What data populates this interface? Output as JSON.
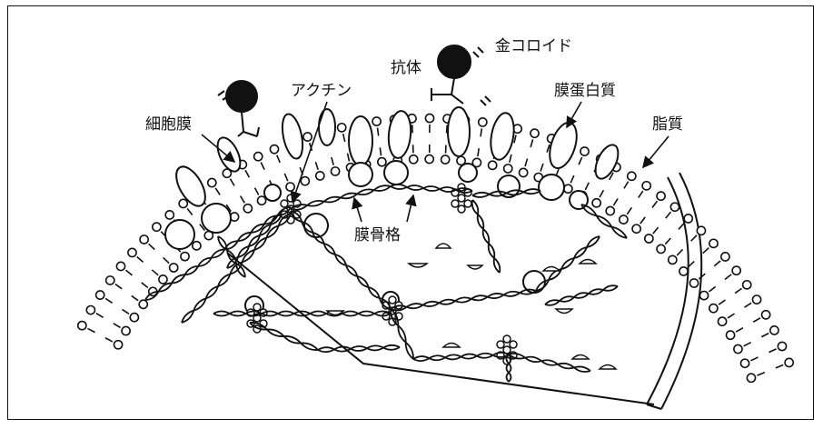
{
  "figure": {
    "labels": {
      "cell_membrane": "細胞膜",
      "actin": "アクチン",
      "antibody": "抗体",
      "colloidal_gold": "金コロイド",
      "membrane_protein": "膜蛋白質",
      "lipid": "脂質",
      "membrane_skeleton": "膜骨格"
    },
    "colors": {
      "ink": "#111111",
      "background": "#ffffff"
    }
  }
}
